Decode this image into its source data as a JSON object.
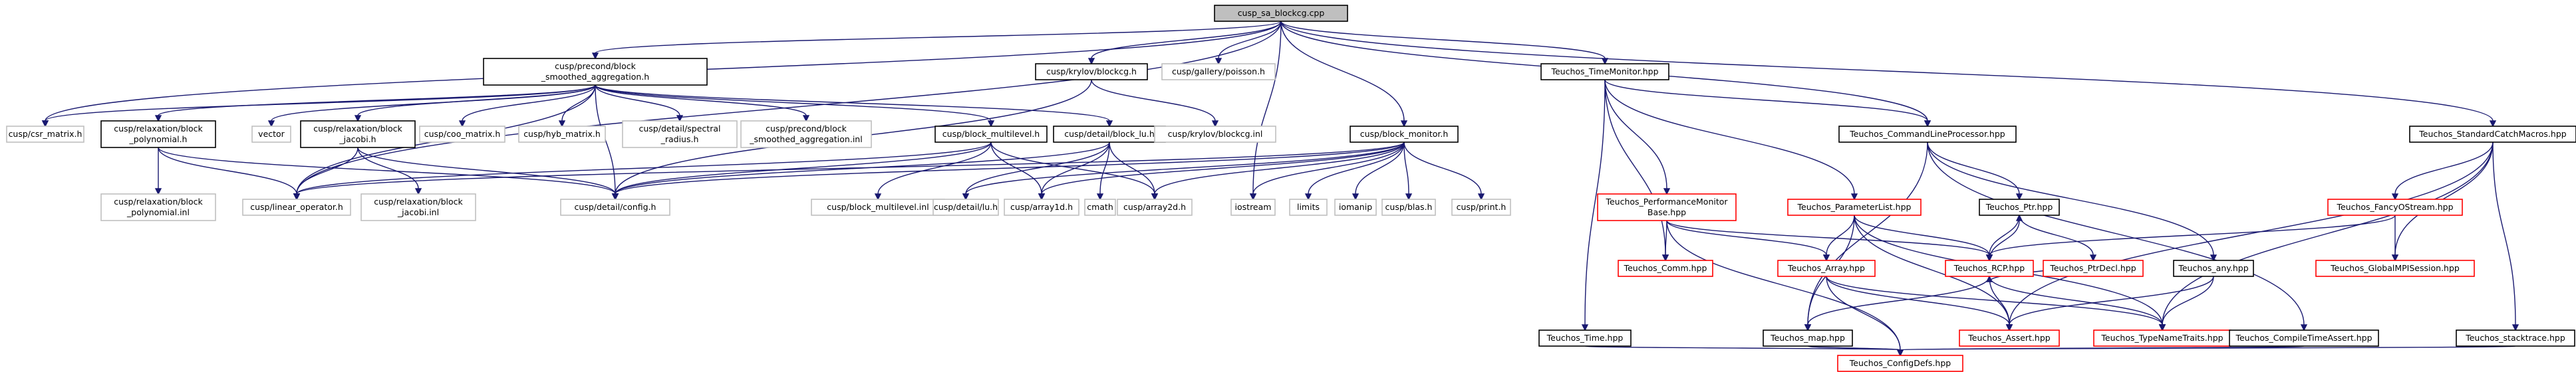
{
  "colors": {
    "edge": "#191970",
    "node_border_default": "#000000",
    "node_border_external": "#bfbfbf",
    "node_border_missing": "#ff0000",
    "root_fill": "#bfbfbf",
    "node_fill": "#ffffff"
  },
  "nodes": [
    {
      "id": "root",
      "lines": [
        "cusp_sa_blockcg.cpp"
      ],
      "style": "root"
    },
    {
      "id": "csr",
      "lines": [
        "cusp/csr_matrix.h"
      ],
      "style": "external"
    },
    {
      "id": "sa",
      "lines": [
        "cusp/precond/block",
        "_smoothed_aggregation.h"
      ],
      "style": "normal"
    },
    {
      "id": "blockcg",
      "lines": [
        "cusp/krylov/blockcg.h"
      ],
      "style": "normal"
    },
    {
      "id": "poisson",
      "lines": [
        "cusp/gallery/poisson.h"
      ],
      "style": "external"
    },
    {
      "id": "timemon",
      "lines": [
        "Teuchos_TimeMonitor.hpp"
      ],
      "style": "normal"
    },
    {
      "id": "clp",
      "lines": [
        "Teuchos_CommandLineProcessor.hpp"
      ],
      "style": "normal"
    },
    {
      "id": "scm",
      "lines": [
        "Teuchos_StandardCatchMacros.hpp"
      ],
      "style": "normal"
    },
    {
      "id": "relaxpoly",
      "lines": [
        "cusp/relaxation/block",
        "_polynomial.h"
      ],
      "style": "normal"
    },
    {
      "id": "vector",
      "lines": [
        "vector"
      ],
      "style": "external"
    },
    {
      "id": "relaxjac",
      "lines": [
        "cusp/relaxation/block",
        "_jacobi.h"
      ],
      "style": "normal"
    },
    {
      "id": "coo",
      "lines": [
        "cusp/coo_matrix.h"
      ],
      "style": "external"
    },
    {
      "id": "hyb",
      "lines": [
        "cusp/hyb_matrix.h"
      ],
      "style": "external"
    },
    {
      "id": "spectral",
      "lines": [
        "cusp/detail/spectral",
        "_radius.h"
      ],
      "style": "external"
    },
    {
      "id": "sainl",
      "lines": [
        "cusp/precond/block",
        "_smoothed_aggregation.inl"
      ],
      "style": "external"
    },
    {
      "id": "multilevel",
      "lines": [
        "cusp/block_multilevel.h"
      ],
      "style": "normal"
    },
    {
      "id": "blocklu",
      "lines": [
        "cusp/detail/block_lu.h"
      ],
      "style": "normal"
    },
    {
      "id": "blockcginl",
      "lines": [
        "cusp/krylov/blockcg.inl"
      ],
      "style": "external"
    },
    {
      "id": "monitor",
      "lines": [
        "cusp/block_monitor.h"
      ],
      "style": "normal"
    },
    {
      "id": "polyinl",
      "lines": [
        "cusp/relaxation/block",
        "_polynomial.inl"
      ],
      "style": "external"
    },
    {
      "id": "linop",
      "lines": [
        "cusp/linear_operator.h"
      ],
      "style": "external"
    },
    {
      "id": "jacinl",
      "lines": [
        "cusp/relaxation/block",
        "_jacobi.inl"
      ],
      "style": "external"
    },
    {
      "id": "config",
      "lines": [
        "cusp/detail/config.h"
      ],
      "style": "external"
    },
    {
      "id": "mlinl",
      "lines": [
        "cusp/block_multilevel.inl"
      ],
      "style": "external"
    },
    {
      "id": "luh",
      "lines": [
        "cusp/detail/lu.h"
      ],
      "style": "external"
    },
    {
      "id": "array1d",
      "lines": [
        "cusp/array1d.h"
      ],
      "style": "external"
    },
    {
      "id": "cmath",
      "lines": [
        "cmath"
      ],
      "style": "external"
    },
    {
      "id": "array2d",
      "lines": [
        "cusp/array2d.h"
      ],
      "style": "external"
    },
    {
      "id": "iostream",
      "lines": [
        "iostream"
      ],
      "style": "external"
    },
    {
      "id": "limits",
      "lines": [
        "limits"
      ],
      "style": "external"
    },
    {
      "id": "iomanip",
      "lines": [
        "iomanip"
      ],
      "style": "external"
    },
    {
      "id": "blas",
      "lines": [
        "cusp/blas.h"
      ],
      "style": "external"
    },
    {
      "id": "print",
      "lines": [
        "cusp/print.h"
      ],
      "style": "external"
    },
    {
      "id": "perfmon",
      "lines": [
        "Teuchos_PerformanceMonitor",
        "Base.hpp"
      ],
      "style": "missing"
    },
    {
      "id": "paramlist",
      "lines": [
        "Teuchos_ParameterList.hpp"
      ],
      "style": "missing"
    },
    {
      "id": "ptr",
      "lines": [
        "Teuchos_Ptr.hpp"
      ],
      "style": "normal"
    },
    {
      "id": "fancy",
      "lines": [
        "Teuchos_FancyOStream.hpp"
      ],
      "style": "missing"
    },
    {
      "id": "comm",
      "lines": [
        "Teuchos_Comm.hpp"
      ],
      "style": "missing"
    },
    {
      "id": "array",
      "lines": [
        "Teuchos_Array.hpp"
      ],
      "style": "missing"
    },
    {
      "id": "rcp",
      "lines": [
        "Teuchos_RCP.hpp"
      ],
      "style": "missing"
    },
    {
      "id": "ptrdecl",
      "lines": [
        "Teuchos_PtrDecl.hpp"
      ],
      "style": "missing"
    },
    {
      "id": "any",
      "lines": [
        "Teuchos_any.hpp"
      ],
      "style": "normal"
    },
    {
      "id": "globalmpi",
      "lines": [
        "Teuchos_GlobalMPISession.hpp"
      ],
      "style": "missing"
    },
    {
      "id": "ttime",
      "lines": [
        "Teuchos_Time.hpp"
      ],
      "style": "normal"
    },
    {
      "id": "map",
      "lines": [
        "Teuchos_map.hpp"
      ],
      "style": "normal"
    },
    {
      "id": "tassert",
      "lines": [
        "Teuchos_Assert.hpp"
      ],
      "style": "missing"
    },
    {
      "id": "ttraits",
      "lines": [
        "Teuchos_TypeNameTraits.hpp"
      ],
      "style": "missing"
    },
    {
      "id": "cta",
      "lines": [
        "Teuchos_CompileTimeAssert.hpp"
      ],
      "style": "normal"
    },
    {
      "id": "stack",
      "lines": [
        "Teuchos_stacktrace.hpp"
      ],
      "style": "normal"
    },
    {
      "id": "cfg",
      "lines": [
        "Teuchos_ConfigDefs.hpp"
      ],
      "style": "missing"
    }
  ]
}
